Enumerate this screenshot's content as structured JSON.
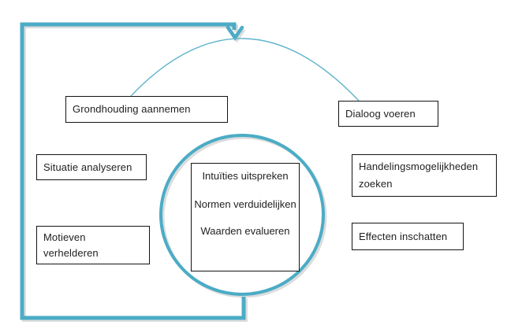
{
  "diagram": {
    "description": "Cyclisch stappenplan moreel beraad / dialoog",
    "colors": {
      "accent_teal": "#4BACC6",
      "box_border": "#131313",
      "text": "#1f1f1f",
      "shadow": "#d2d2d2",
      "background": "#ffffff"
    },
    "nodes": {
      "grondhouding": {
        "label": "Grondhouding aannemen"
      },
      "dialoog": {
        "label": "Dialoog voeren"
      },
      "situatie": {
        "label": "Situatie analyseren"
      },
      "motieven": {
        "label": "Motieven verhelderen"
      },
      "handelings": {
        "label": "Handelingsmogelijkheden zoeken"
      },
      "effecten": {
        "label": "Effecten inschatten"
      }
    },
    "circle": {
      "items": [
        "Intuïties uitspreken",
        "Normen verduidelijken",
        "Waarden evalueren"
      ]
    },
    "connectors": {
      "loop": "cycle-loop from circle bottom, around left and top, arrow pointing down",
      "arc": "thin arc from Grondhouding aannemen to Dialoog voeren"
    }
  }
}
